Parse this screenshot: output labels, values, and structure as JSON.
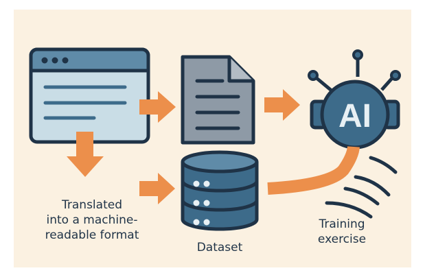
{
  "diagram": {
    "nodes": {
      "webpage": {
        "icon": "browser-window-icon"
      },
      "document": {
        "icon": "document-icon"
      },
      "ai_model": {
        "icon": "robot-head-icon",
        "text": "AI"
      },
      "dataset": {
        "icon": "database-icon"
      }
    },
    "labels": {
      "translated": "Translated\ninto a machine-\nreadable format",
      "dataset": "Dataset",
      "training": "Training\nexercise"
    },
    "colors": {
      "background": "#fbf1e1",
      "outline": "#1f3347",
      "light_blue": "#c9dde6",
      "mid_blue": "#5f8ba8",
      "dark_blue": "#3d6b8a",
      "gray_doc": "#8e9aa6",
      "orange_arrow": "#ec8f4b"
    }
  }
}
